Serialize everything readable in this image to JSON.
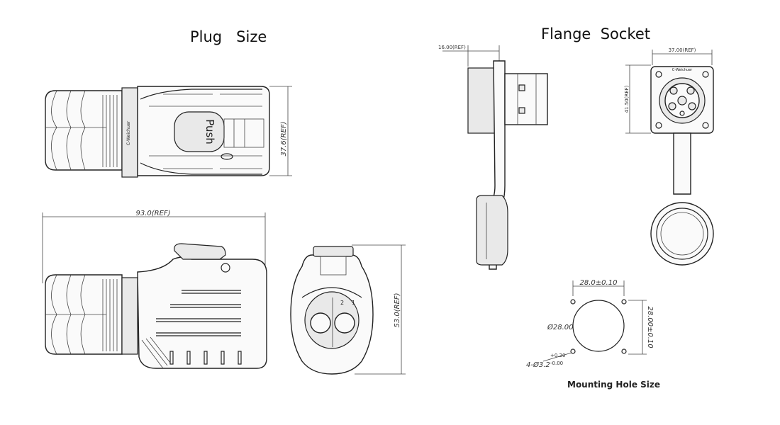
{
  "titles": {
    "plug": "Plug   Size",
    "flange": "Flange  Socket"
  },
  "plug_top": {
    "height_label": "37.6(REF)",
    "push_label": "Push",
    "brand_label": "C-Weichuer"
  },
  "plug_side": {
    "length_label": "93.0(REF)"
  },
  "plug_front": {
    "height_label": "53.0(REF)",
    "pin_1": "1",
    "pin_2": "2"
  },
  "socket_side": {
    "depth_label": "16.00(REF)"
  },
  "socket_front": {
    "width_label": "37.00(REF)",
    "height_label": "41.50(REF)",
    "brand_label": "C-Weichuer"
  },
  "mounting": {
    "caption": "Mounting Hole Size",
    "spacing_h": "28.0±0.10",
    "spacing_v": "28.00±0.10",
    "diameter": "Ø28.00",
    "hole_count": "4-Ø3.2",
    "hole_tol_plus": "+0.20",
    "hole_tol_minus": "-0.00"
  }
}
